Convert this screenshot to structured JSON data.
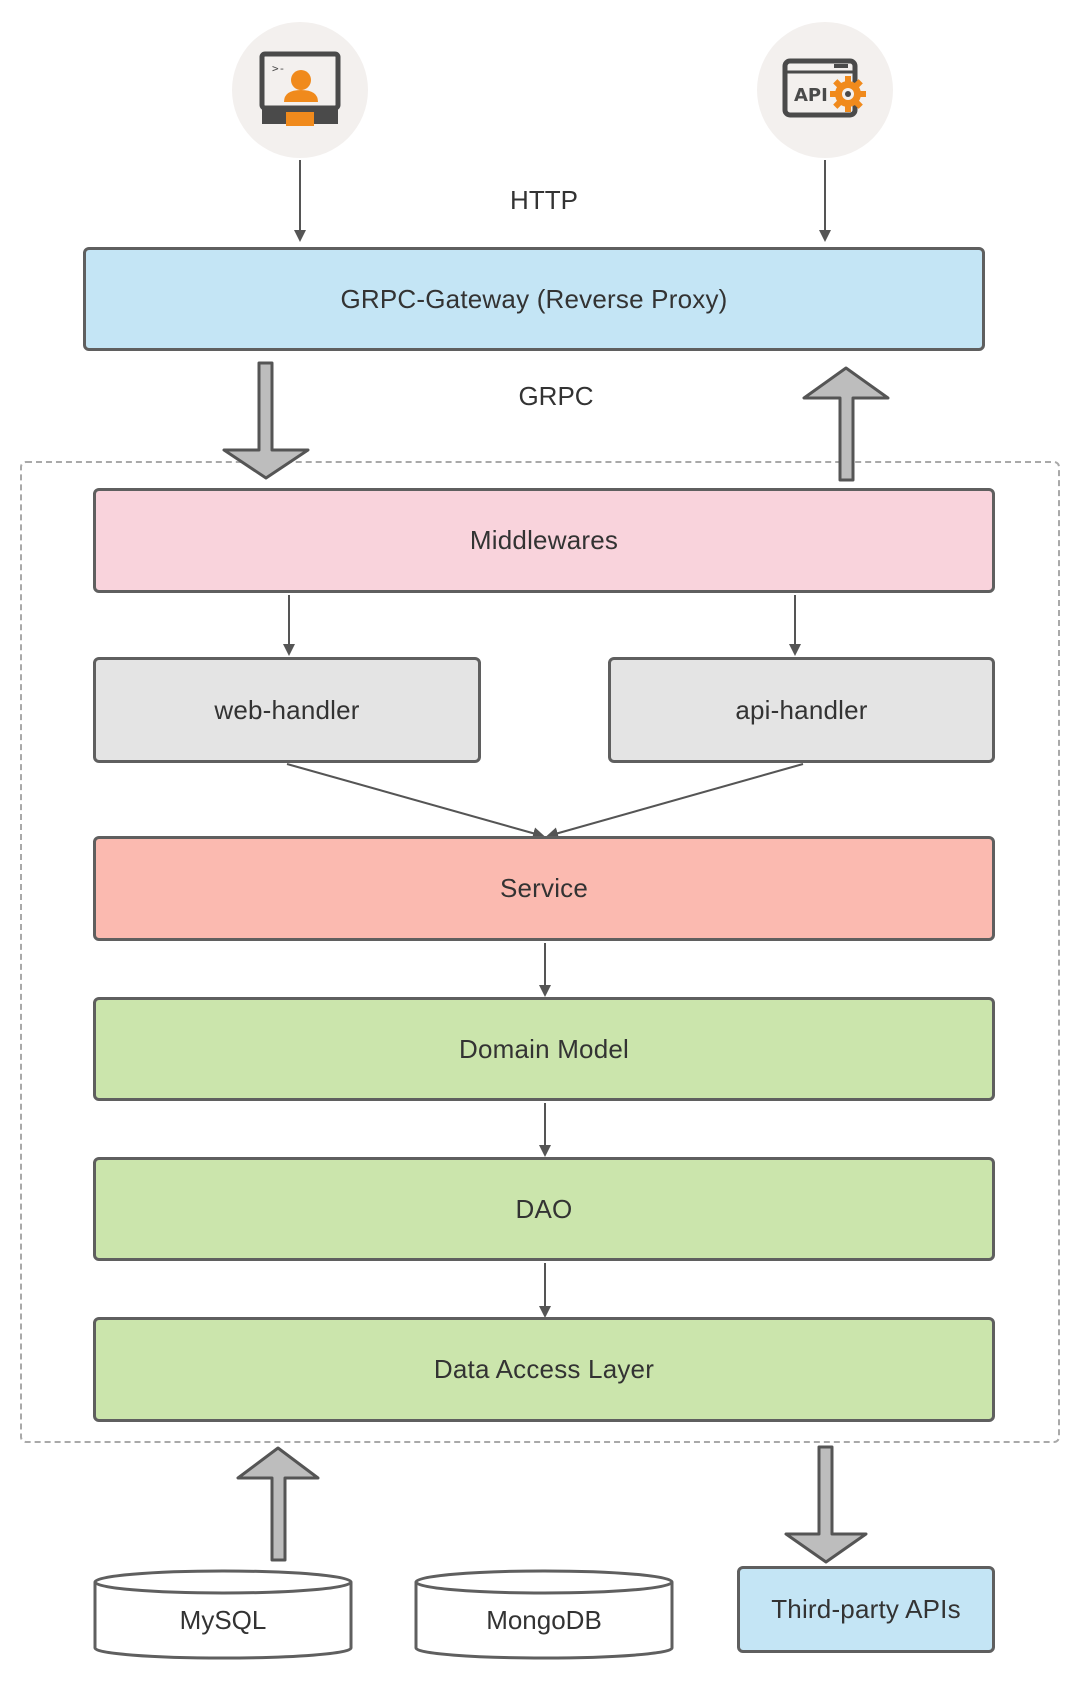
{
  "protocols": {
    "http": "HTTP",
    "grpc": "GRPC"
  },
  "layers": {
    "gateway": "GRPC-Gateway (Reverse Proxy)",
    "middlewares": "Middlewares",
    "web_handler": "web-handler",
    "api_handler": "api-handler",
    "service": "Service",
    "domain_model": "Domain Model",
    "dao": "DAO",
    "data_access_layer": "Data Access Layer"
  },
  "storage": {
    "mysql": "MySQL",
    "mongodb": "MongoDB",
    "third_party": "Third-party APIs"
  },
  "icons": {
    "web_client": "web-user-terminal-icon",
    "api_client": "api-gear-icon"
  },
  "colors": {
    "gateway": "#c4e5f5",
    "middlewares": "#f9d3dc",
    "handlers": "#e4e4e4",
    "service": "#fbbab0",
    "data_layers": "#cbe5ac",
    "third_party": "#c4e5f5",
    "icon_orange": "#f08a1c",
    "icon_dark": "#4a4a4a"
  }
}
